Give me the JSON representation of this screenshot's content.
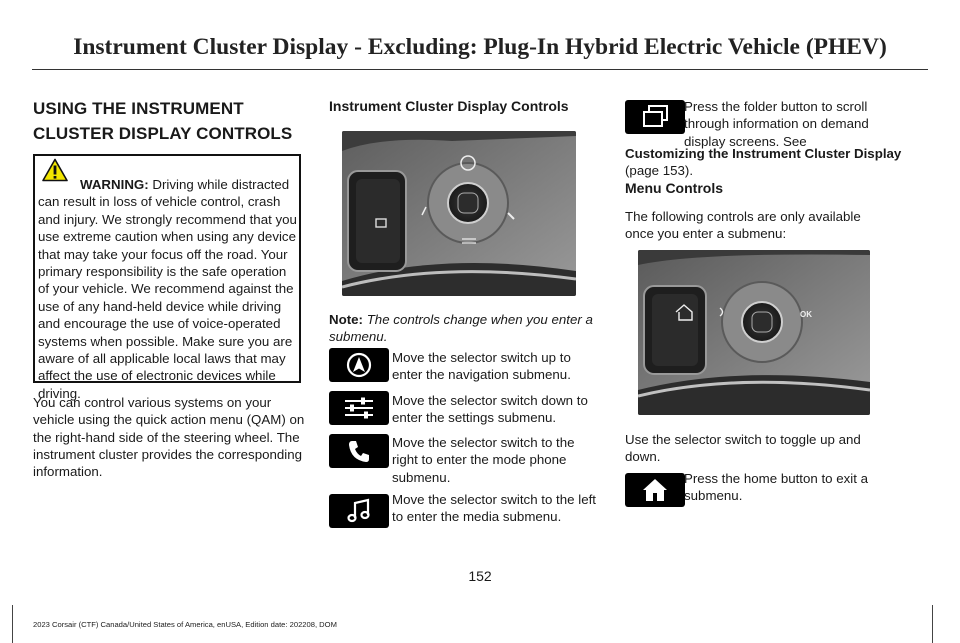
{
  "header": {
    "title": "Instrument Cluster Display - Excluding: Plug-In Hybrid Electric Vehicle (PHEV)"
  },
  "left": {
    "heading_line1": "USING THE INSTRUMENT",
    "heading_line2": "CLUSTER DISPLAY CONTROLS",
    "warning_label": "WARNING:",
    "warning_text": "Driving while distracted can result in loss of vehicle control, crash and injury. We strongly recommend that you use extreme caution when using any device that may take your focus off the road. Your primary responsibility is the safe operation of your vehicle. We recommend against the use of any hand-held device while driving and encourage the use of voice-operated systems when possible. Make sure you are aware of all applicable local laws that may affect the use of electronic devices while driving.",
    "paragraph": "You can control various systems on your vehicle using the quick action menu (QAM) on the right-hand side of the steering wheel. The instrument cluster provides the corresponding information."
  },
  "middle": {
    "heading": "Instrument Cluster Display Controls",
    "note_label": "Note:",
    "note_text": "The controls change when you enter a submenu.",
    "items": [
      {
        "icon": "navigation-icon",
        "text": "Move the selector switch up to enter the navigation submenu."
      },
      {
        "icon": "settings-sliders-icon",
        "text": "Move the selector switch down to enter the settings submenu."
      },
      {
        "icon": "phone-icon",
        "text": "Move the selector switch to the right to enter the mode phone submenu."
      },
      {
        "icon": "music-note-icon",
        "text": "Move the selector switch to the left to enter the media submenu."
      }
    ]
  },
  "right": {
    "folder_text_pre": "Press the folder button to scroll through information on demand display screens.  See",
    "folder_link": "Customizing the Instrument Cluster Display",
    "folder_text_post": "(page 153).",
    "menu_heading": "Menu Controls",
    "menu_intro": "The following controls are only available once you enter a submenu:",
    "toggle_text": "Use the selector switch to toggle up and down.",
    "home_text": "Press the home button to exit a submenu.",
    "ok_label": "OK"
  },
  "page_number": "152",
  "footer": "2023 Corsair (CTF) Canada/United States of America, enUSA, Edition date: 202208, DOM",
  "colors": {
    "text": "#1a1a1a",
    "icon_bg": "#000000",
    "photo_bg": "#7a7a7a"
  }
}
